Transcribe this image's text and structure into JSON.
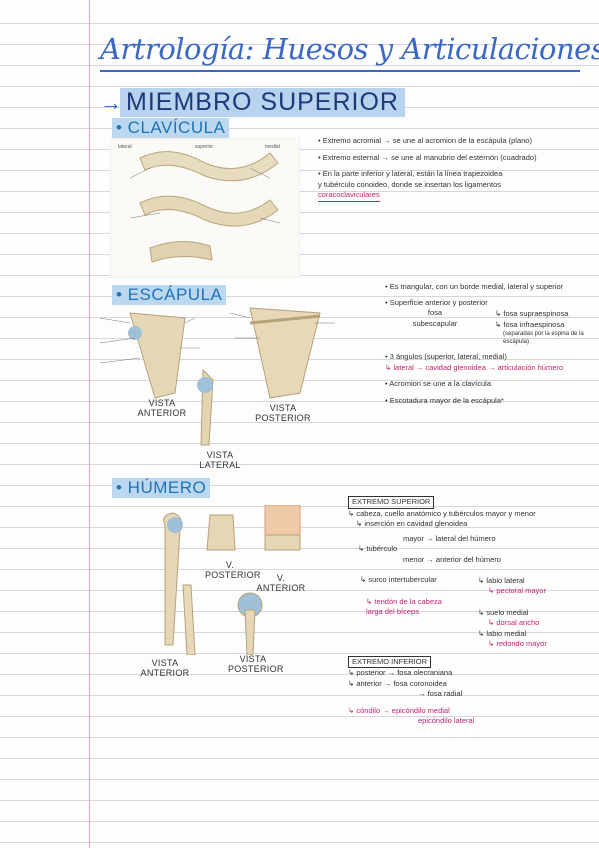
{
  "title": "Artrología: Huesos y Articulaciones",
  "section": {
    "arrow": "→",
    "title": "MIEMBRO SUPERIOR"
  },
  "clavicula": {
    "heading": "• CLAVÍCULA",
    "notes": [
      "• Extremo acromial → se une al acromion de la escápula (plano)",
      "• Extremo esternal → se une al manubrio del esternón (cuadrado)",
      "• En la parte inferior y lateral, están la línea trapezoidea",
      "y tubérculo conoideo, donde se insertan los ligamentos",
      "coracoclaviculares"
    ]
  },
  "escapula": {
    "heading": "• ESCÁPULA",
    "views": [
      "VISTA ANTERIOR",
      "VISTA POSTERIOR",
      "VISTA LATERAL"
    ],
    "notes": [
      "• Es triangular, con un borde medial, lateral y superior",
      "• Superficie anterior y posterior",
      "fosa subescapular",
      "↳ fosa supraespinosa",
      "↳ fosa infraespinosa",
      "(separadas por la espina de la escápula)",
      "• 3 ángulos (superior, lateral, medial)",
      "↳ lateral → cavidad glenoidea → articulación húmero",
      "• Acromion se une a la clavícula",
      "• Escotadura mayor de la escápula*"
    ]
  },
  "humero": {
    "heading": "• HÚMERO",
    "views": [
      "VISTA ANTERIOR",
      "VISTA POSTERIOR",
      "V. POSTERIOR",
      "V. ANTERIOR"
    ],
    "superior_box": "EXTREMO SUPERIOR",
    "superior_notes": [
      "↳ cabeza, cuello anatómico y tubérculos mayor y menor",
      "↳ inserción en cavidad glenoidea",
      "mayor → lateral del húmero",
      "↳ tubérculo",
      "menor → anterior del húmero",
      "↳ surco intertubercular",
      "↳ labio lateral",
      "↳ pectoral mayor",
      "↳ tendón de la cabeza larga del bíceps",
      "↳ suelo medial",
      "↳ dorsal ancho",
      "↳ labio medial",
      "↳ redondo mayor"
    ],
    "inferior_box": "EXTREMO INFERIOR",
    "inferior_notes": [
      "↳ posterior → fosa olecraniana",
      "↳ anterior → fosa coronoidea",
      "→ fosa radial",
      "↳ cóndilo → epicóndilo medial",
      "epicóndilo lateral"
    ]
  },
  "colors": {
    "title": "#3b68c4",
    "highlight": "#bcd8f0",
    "pink": "#c2256f",
    "margin": "#e9a7b3",
    "bone": "#e8dcc0"
  }
}
